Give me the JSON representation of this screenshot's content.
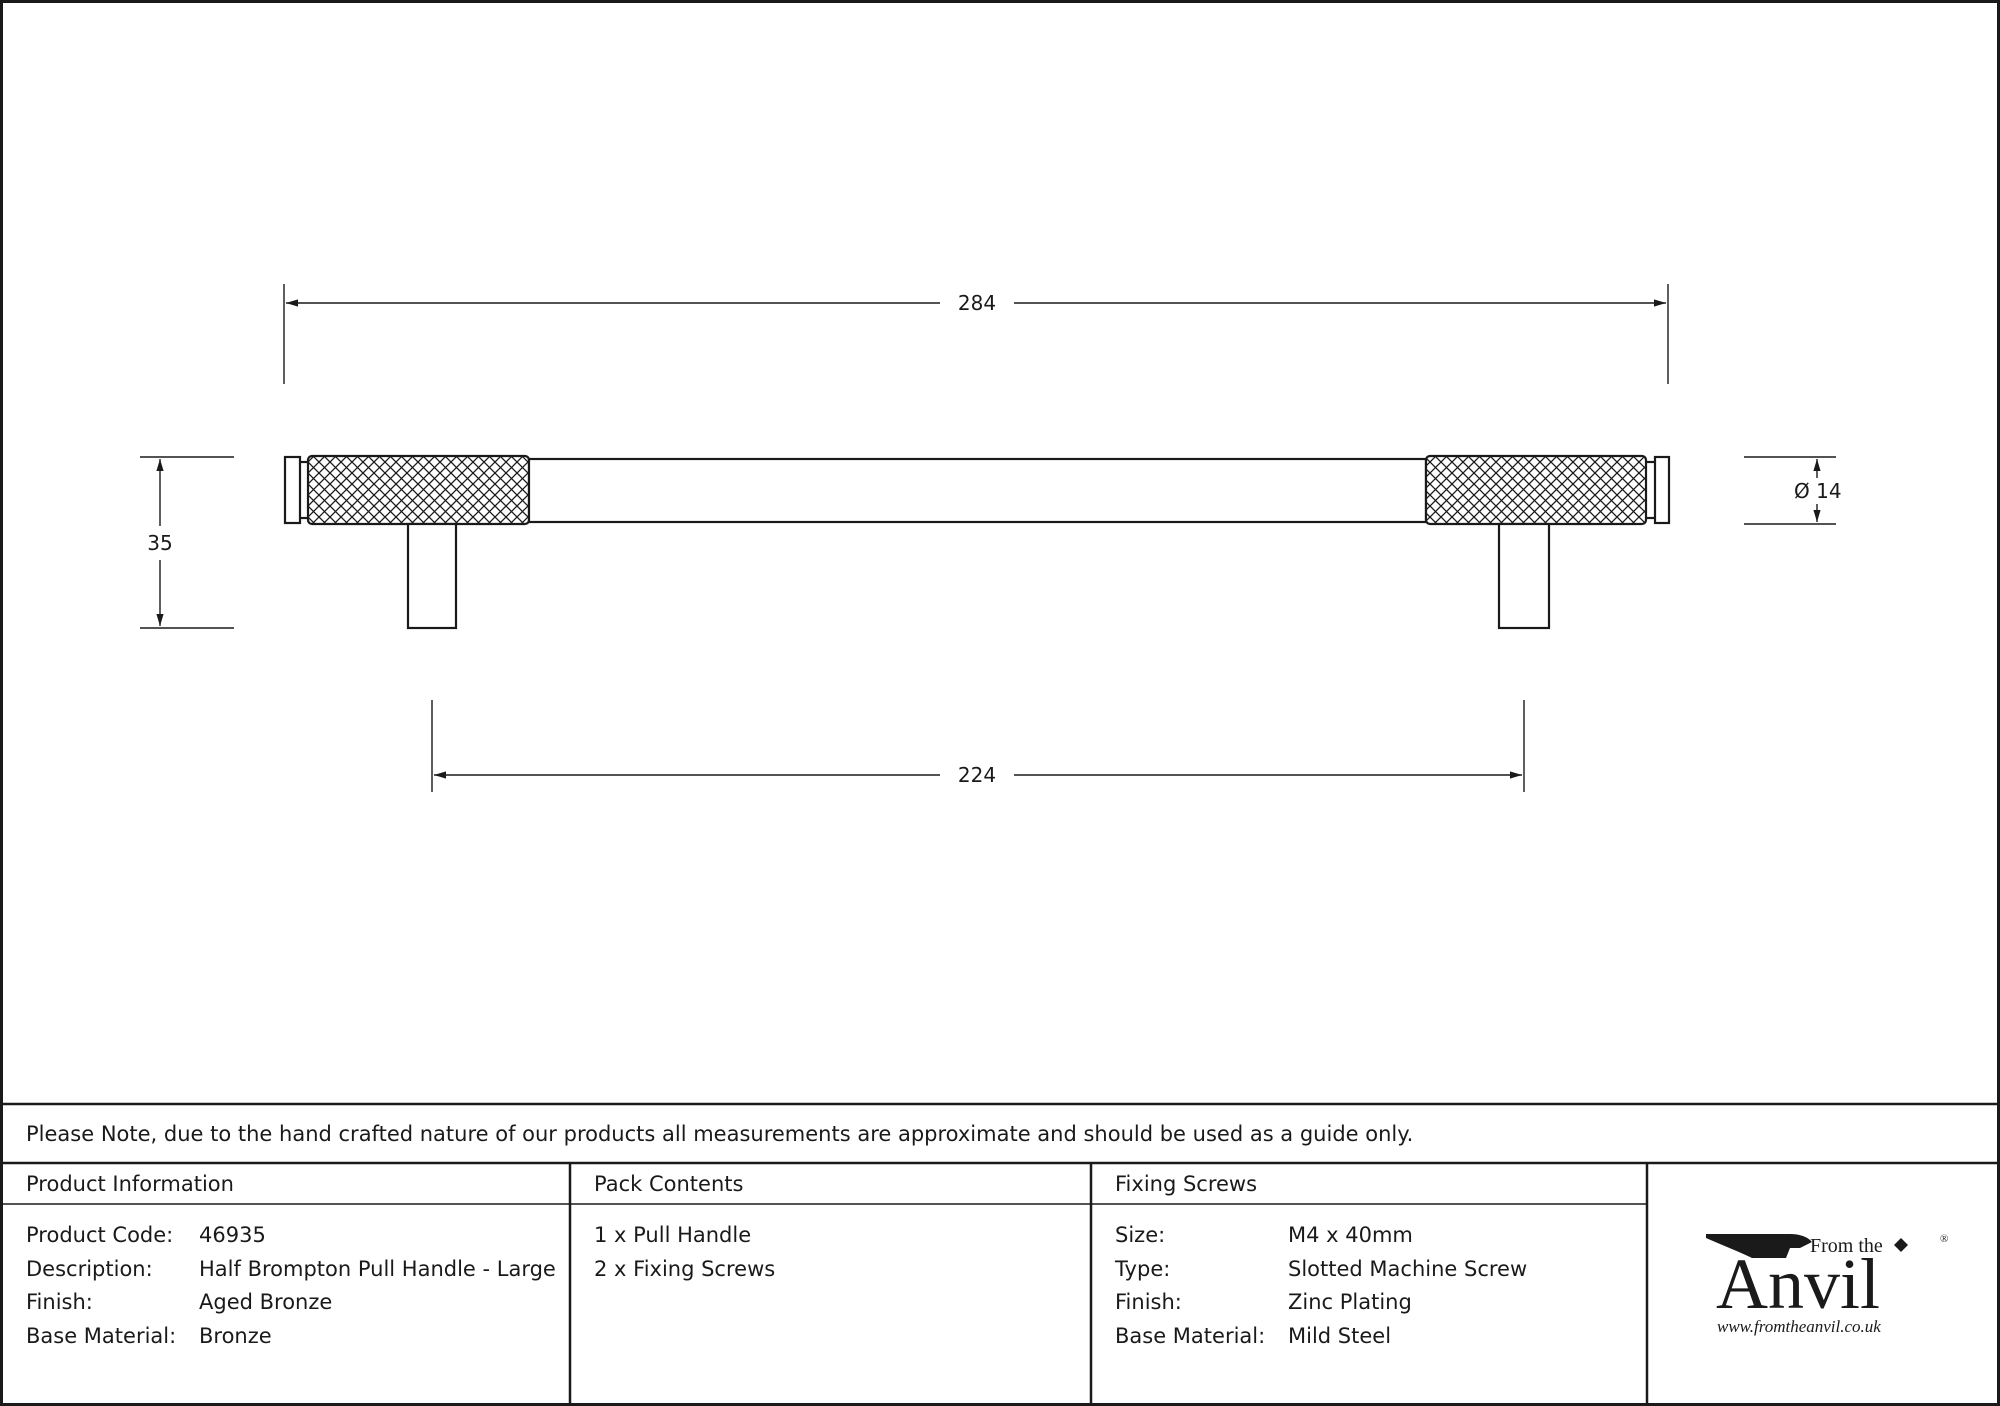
{
  "drawing": {
    "dimensions": {
      "overall_length": "284",
      "height": "35",
      "diameter": "Ø 14",
      "centres": "224"
    }
  },
  "note": "Please Note, due to the hand crafted nature of our products all measurements are approximate and should be used as a guide only.",
  "product_information": {
    "header": "Product Information",
    "rows": [
      {
        "label": "Product Code:",
        "value": "46935"
      },
      {
        "label": "Description:",
        "value": "Half Brompton Pull Handle - Large"
      },
      {
        "label": "Finish:",
        "value": "Aged Bronze"
      },
      {
        "label": "Base Material:",
        "value": "Bronze"
      }
    ]
  },
  "pack_contents": {
    "header": "Pack Contents",
    "items": [
      "1 x Pull Handle",
      "2 x Fixing Screws"
    ]
  },
  "fixing_screws": {
    "header": "Fixing Screws",
    "rows": [
      {
        "label": "Size:",
        "value": "M4 x 40mm"
      },
      {
        "label": "Type:",
        "value": "Slotted Machine Screw"
      },
      {
        "label": "Finish:",
        "value": "Zinc Plating"
      },
      {
        "label": "Base Material:",
        "value": "Mild Steel"
      }
    ]
  },
  "logo": {
    "top_text": "From the",
    "main_text": "Anvil",
    "registered": "®",
    "url": "www.fromtheanvil.co.uk"
  }
}
